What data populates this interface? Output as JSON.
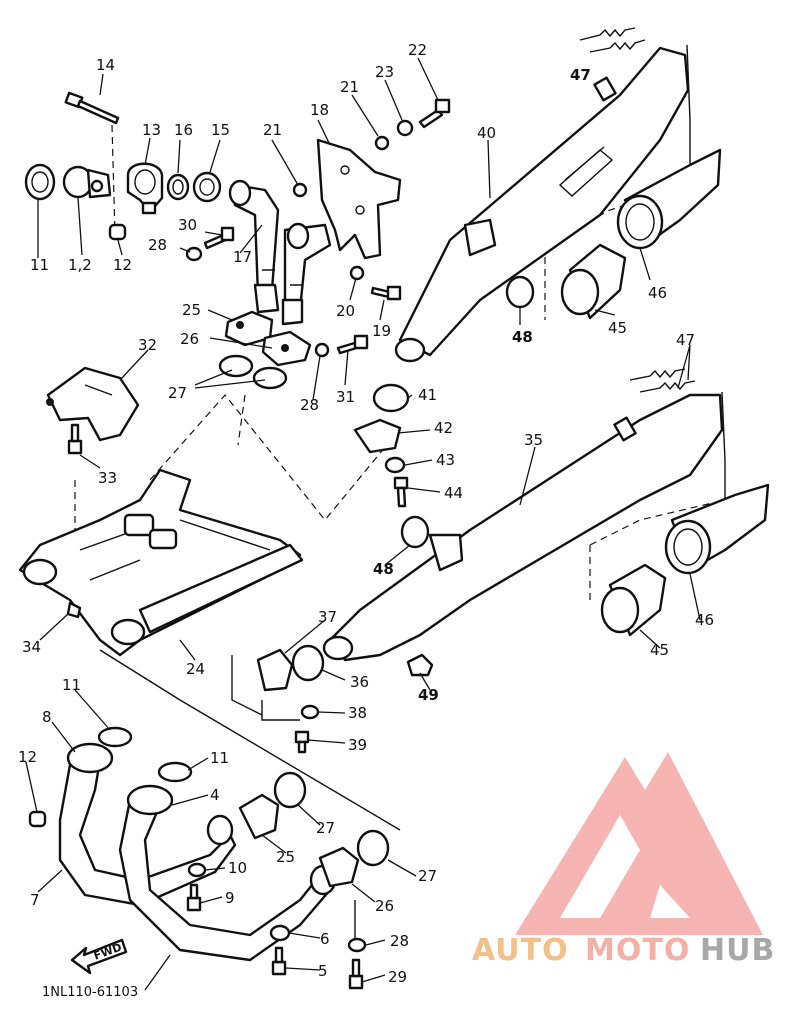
{
  "diagram": {
    "drawing_code": "1NL110-61103",
    "fwd_label": "FWD",
    "callouts": [
      "14",
      "13",
      "16",
      "15",
      "11",
      "1,2",
      "12",
      "21",
      "18",
      "22",
      "23",
      "40",
      "47",
      "30",
      "28",
      "17",
      "25",
      "26",
      "27",
      "20",
      "19",
      "48",
      "46",
      "45",
      "32",
      "31",
      "28",
      "41",
      "42",
      "43",
      "44",
      "33",
      "35",
      "47",
      "48",
      "34",
      "24",
      "37",
      "36",
      "49",
      "38",
      "39",
      "11",
      "8",
      "12",
      "11",
      "4",
      "27",
      "25",
      "10",
      "9",
      "27",
      "26",
      "7",
      "6",
      "28",
      "5",
      "29",
      "46",
      "45"
    ]
  },
  "watermark": {
    "brand_left": "AUTO",
    "brand_mid": "MOTO",
    "brand_right": "HUB",
    "colors": {
      "triangle": "#f4a8a5",
      "auto": "#f2c189",
      "moto": "#f3b0a6",
      "hub": "#a8a8a8"
    }
  }
}
